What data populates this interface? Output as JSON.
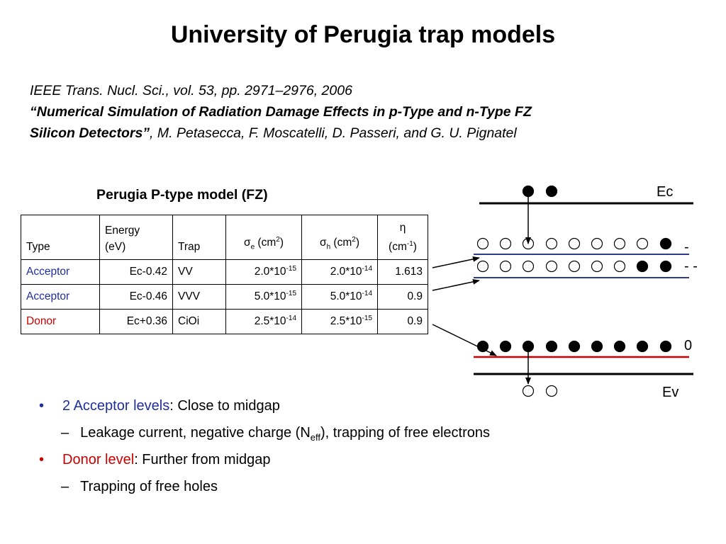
{
  "title": "University of Perugia trap models",
  "reference": {
    "journal": "IEEE Trans. Nucl. Sci., vol. 53, pp. 2971–2976, 2006",
    "paper_title_line1": "“Numerical Simulation of Radiation Damage Effects in p-Type and n-Type FZ",
    "paper_title_line2": "Silicon Detectors”",
    "authors": ", M. Petasecca, F. Moscatelli, D. Passeri, and G. U. Pignatel"
  },
  "table": {
    "title": "Perugia P-type model (FZ)",
    "headers": {
      "type": "Type",
      "energy_1": "Energy",
      "energy_2": "(eV)",
      "trap": "Trap",
      "sigma_e": "σ",
      "sigma_e_sub": "e",
      "sigma_e_unit": " (cm",
      "sigma_e_sup": "2",
      "sigma_e_close": ")",
      "sigma_h": "σ",
      "sigma_h_sub": "h",
      "sigma_h_unit": " (cm",
      "sigma_h_sup": "2",
      "sigma_h_close": ")",
      "eta_1": "η",
      "eta_2": "(cm",
      "eta_sup": "-1",
      "eta_close": ")"
    },
    "rows": [
      {
        "type": "Acceptor",
        "energy": "Ec-0.42",
        "trap": "VV",
        "se_base": "2.0*10",
        "se_exp": "-15",
        "sh_base": "2.0*10",
        "sh_exp": "-14",
        "eta": "1.613"
      },
      {
        "type": "Acceptor",
        "energy": "Ec-0.46",
        "trap": "VVV",
        "se_base": "5.0*10",
        "se_exp": "-15",
        "sh_base": "5.0*10",
        "sh_exp": "-14",
        "eta": "0.9"
      },
      {
        "type": "Donor",
        "energy": "Ec+0.36",
        "trap": "CiOi",
        "se_base": "2.5*10",
        "se_exp": "-14",
        "sh_base": "2.5*10",
        "sh_exp": "-15",
        "eta": "0.9"
      }
    ]
  },
  "band_diagram": {
    "ec_label": "Ec",
    "ev_label": "Ev",
    "charge_minus": "-",
    "charge_double_minus": "- -",
    "charge_zero": "0",
    "colors": {
      "acceptor_line": "#2e3a8c",
      "donor_line": "#cc0000"
    }
  },
  "bullets": {
    "b1_highlight": "2 Acceptor levels",
    "b1_rest": ": Close to midgap",
    "b1_sub_pre": "Leakage current, negative charge (N",
    "b1_sub_sub": "eff",
    "b1_sub_post": "), trapping of free electrons",
    "b2_highlight": "Donor level",
    "b2_rest": ": Further from midgap",
    "b2_sub": "Trapping of free holes"
  }
}
